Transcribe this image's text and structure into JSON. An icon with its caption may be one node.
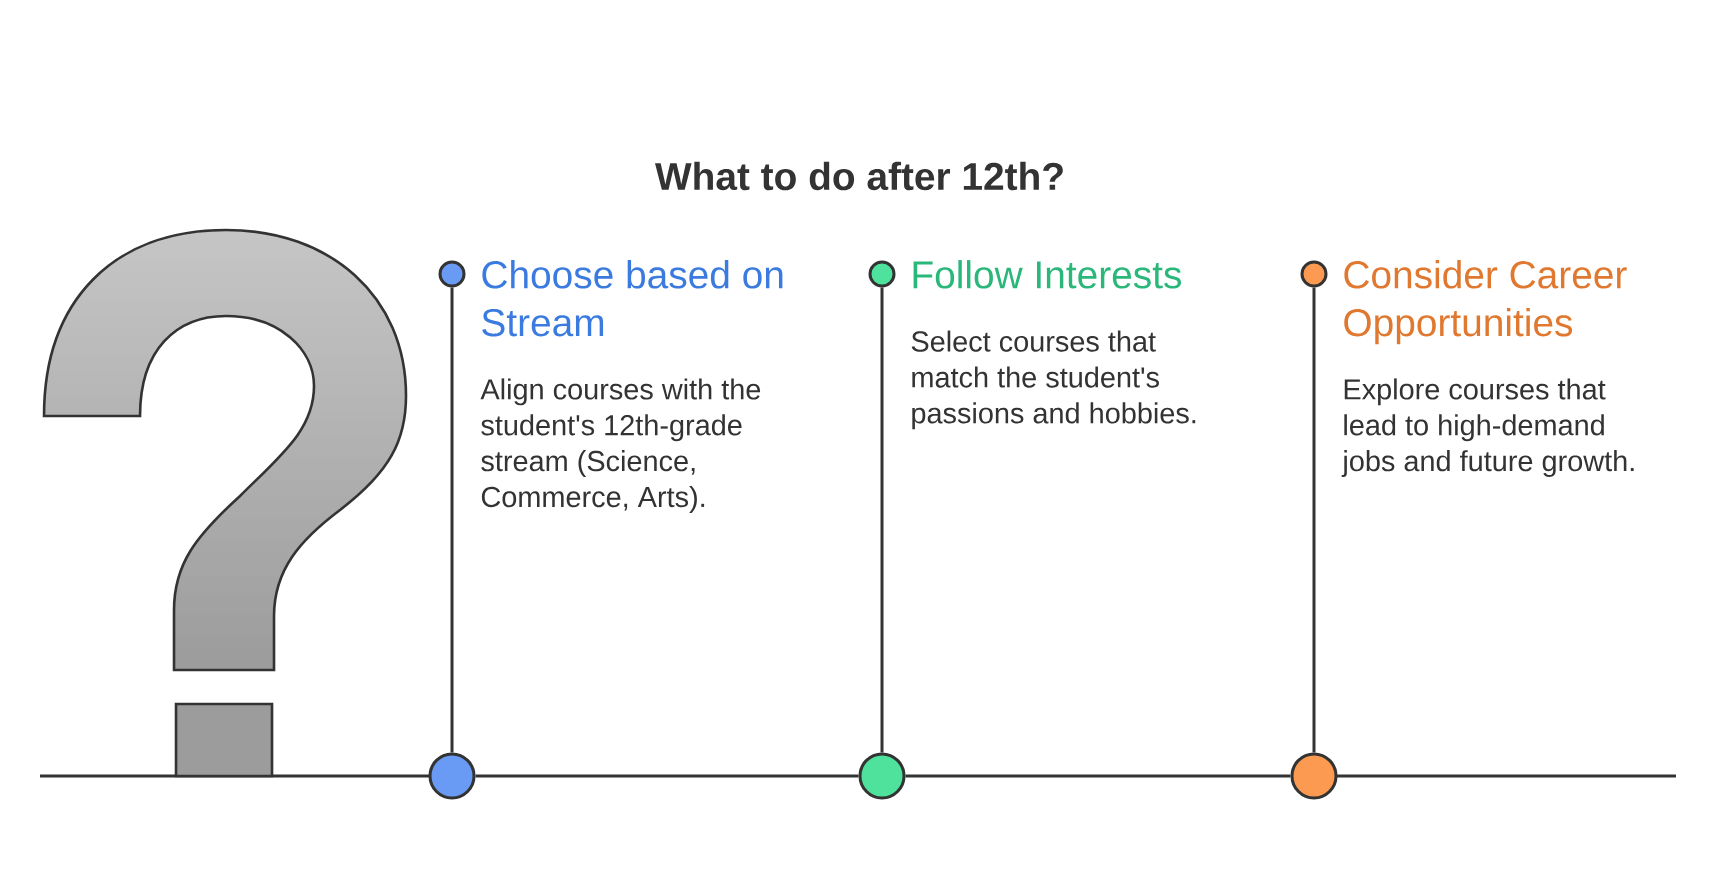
{
  "diagram": {
    "title": "What to do after 12th?",
    "nodes": [
      {
        "text": [],
        "shape": "circle",
        "beside": [
          "Choose based on Stream",
          "Align courses with the student's 12th-grade stream (Science, Commerce, Arts)."
        ]
      },
      {
        "text": [],
        "shape": "circle",
        "beside": [
          "Follow Interests",
          "Select courses that match the student's passions and hobbies."
        ]
      },
      {
        "text": [],
        "shape": "circle",
        "beside": [
          "Consider Career Opportunities",
          "Explore courses that lead to high-demand jobs and future growth."
        ]
      },
      {
        "text": [],
        "shape": "circle"
      },
      {
        "text": [],
        "shape": "circle"
      },
      {
        "text": [],
        "shape": "circle"
      }
    ],
    "edges": [
      {
        "from": 0,
        "to": 3,
        "arrow": "none"
      },
      {
        "from": 1,
        "to": 4,
        "arrow": "none"
      },
      {
        "from": 2,
        "to": 5,
        "arrow": "none"
      },
      {
        "from": 3,
        "to": 4,
        "arrow": "none"
      },
      {
        "from": 4,
        "to": 5,
        "arrow": "none"
      }
    ]
  }
}
